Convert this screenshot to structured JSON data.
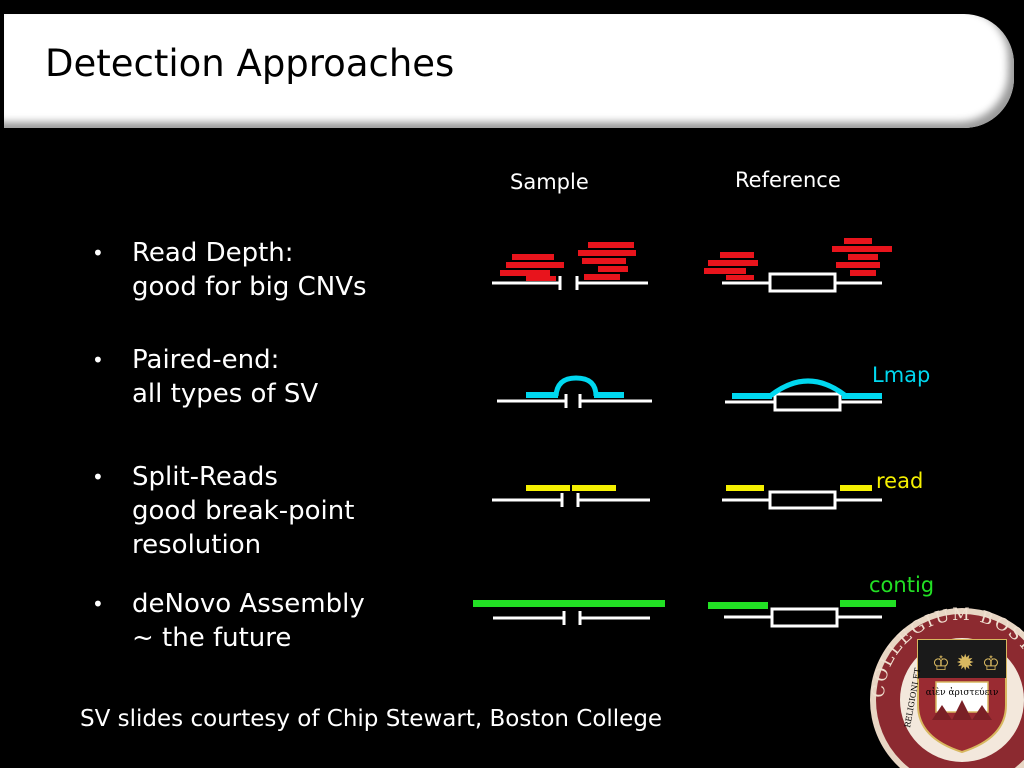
{
  "slide": {
    "title": "Detection Approaches",
    "columns": {
      "sample": "Sample",
      "reference": "Reference"
    },
    "bullets": [
      {
        "line1": "Read Depth:",
        "line2": "good for big CNVs",
        "line3": ""
      },
      {
        "line1": "Paired-end:",
        "line2": "all types of SV",
        "line3": ""
      },
      {
        "line1": "Split-Reads",
        "line2": "good break-point",
        "line3": "resolution"
      },
      {
        "line1": "deNovo Assembly",
        "line2": "~ the future",
        "line3": ""
      }
    ],
    "bullet_symbol": "•",
    "labels": {
      "lmap": "Lmap",
      "read": "read",
      "contig": "contig"
    },
    "credit": "SV slides courtesy of Chip Stewart, Boston College"
  },
  "seal": {
    "ring_text": "COLLEGIUM BOSTONIENSE FUNDATUM",
    "ribbon_left": "RELIGIONI ET",
    "motto": "αἰὲν ἀριστεύειν"
  },
  "colors": {
    "read_depth": "#e8141c",
    "paired_end": "#00d8f0",
    "split_read": "#f5f000",
    "contig": "#22e024",
    "seal_maroon": "#8c2a30",
    "seal_gold": "#d8b860"
  }
}
